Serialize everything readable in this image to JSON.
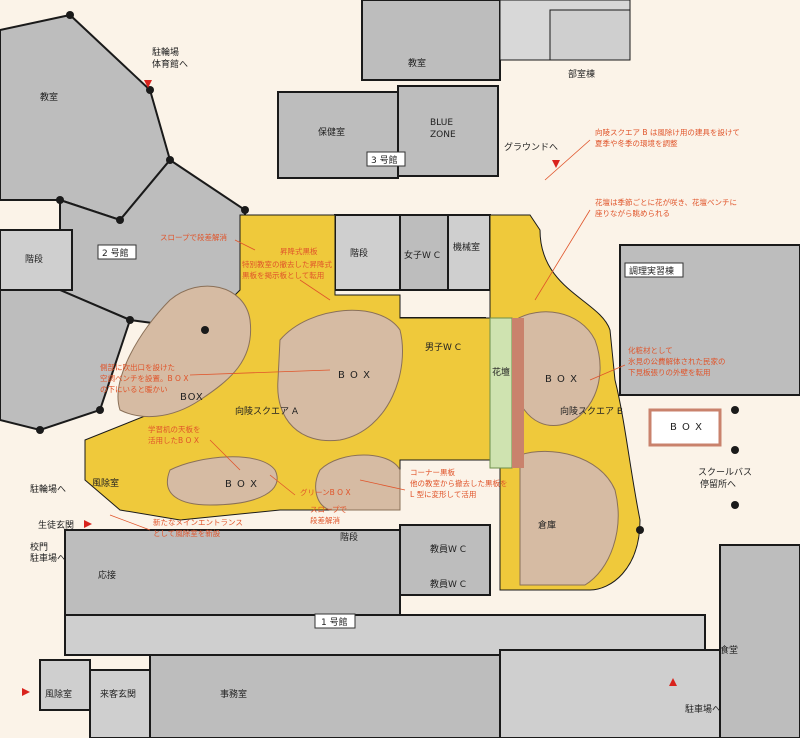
{
  "rooms": {
    "classroom_top": "教室",
    "classroom_left": "教室",
    "health_room": "保健室",
    "blue_zone": "BLUE\nZONE",
    "building3": "3 号館",
    "building2": "2 号館",
    "building1": "1 号館",
    "club_building": "部室棟",
    "cooking_building": "調理実習棟",
    "stairs_left": "階段",
    "stairs_center": "階段",
    "stairs_bottom": "階段",
    "womens_wc": "女子W C",
    "machine_room": "機械室",
    "mens_wc": "男子W C",
    "flower_bed": "花壇",
    "box_left_top": "BOX",
    "box_center": "B O X",
    "box_right": "B O X",
    "box_far_right": "B O X",
    "box_bottom": "B O X",
    "square_a": "向陵スクエア A",
    "square_b": "向陵スクエア B",
    "warehouse": "倉庫",
    "staff_wc_1": "教員W C",
    "staff_wc_2": "教員W C",
    "windbreak_room_1": "風除室",
    "windbreak_room_2": "風除室",
    "reception": "応接",
    "guest_entrance": "来客玄関",
    "office": "事務室",
    "cafeteria": "食堂",
    "student_entrance": "生徒玄関"
  },
  "directions": {
    "bicycle_gym": "駐輪場\n体育館へ",
    "ground": "グラウンドへ",
    "bicycle_left": "駐輪場へ",
    "school_gate": "校門\n駐車場へ",
    "school_bus": "スクールバス\n停留所へ",
    "parking": "駐車場へ"
  },
  "annotations": {
    "square_b_windbreak": "向陵スクエア B は風除け用の建具を設けて\n夏季や冬季の環境を調整",
    "flowers": "花壇は季節ごとに花が咲き、花壇ベンチに\n座りながら眺められる",
    "slope_top": "スロープで段差解消",
    "lift_board": "昇降式黒板\n特別教室の撤去した昇降式\n黒板を掲示板として転用",
    "bench": "側部に吹出口を設けた\n空調ベンチを設置。B O X\nの下にいると暖かい",
    "desk_top": "学習机の天板を\n活用したB O X",
    "makeup_board": "化粧材として\n氷見の公費解体された民家の\n下見板張りの外壁を転用",
    "corner_board": "コーナー黒板\n他の教室から撤去した黒板を\nL 型に変形して活用",
    "green_box": "グリーンB O X",
    "slope_bottom": "スロープで\n段差解消",
    "main_entrance": "新たなメインエントランス\nとして風除室を新設"
  },
  "colors": {
    "background": "#fbf3e8",
    "room_gray": "#bdbdbd",
    "square_yellow": "#efc93b",
    "box_tan": "#d6bba3",
    "annotation_orange": "#e0542a",
    "arrow_red": "#d9231d"
  }
}
